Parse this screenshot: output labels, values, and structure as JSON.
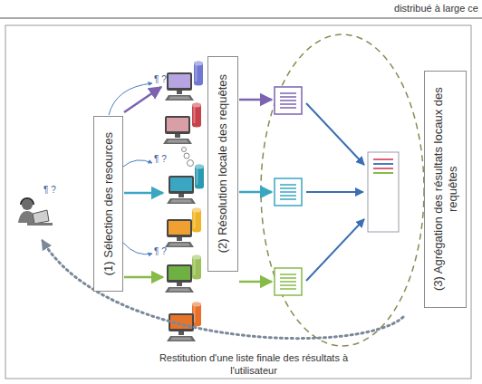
{
  "diagram": {
    "nodes": [
      {
        "text": [
          "(1) Sélection des resources"
        ]
      },
      {
        "text": [
          "(2) Résolution locale des requêtes"
        ]
      },
      {
        "text": [
          "(3) Agrégation des résultats locaux des requêtes"
        ]
      }
    ],
    "labels": [
      "distribué à large ce",
      "¶ ?",
      "¶ ?",
      "¶ ?",
      "¶ ?",
      "Restitution d'une liste finale des résultats à l'utilisateur"
    ]
  }
}
